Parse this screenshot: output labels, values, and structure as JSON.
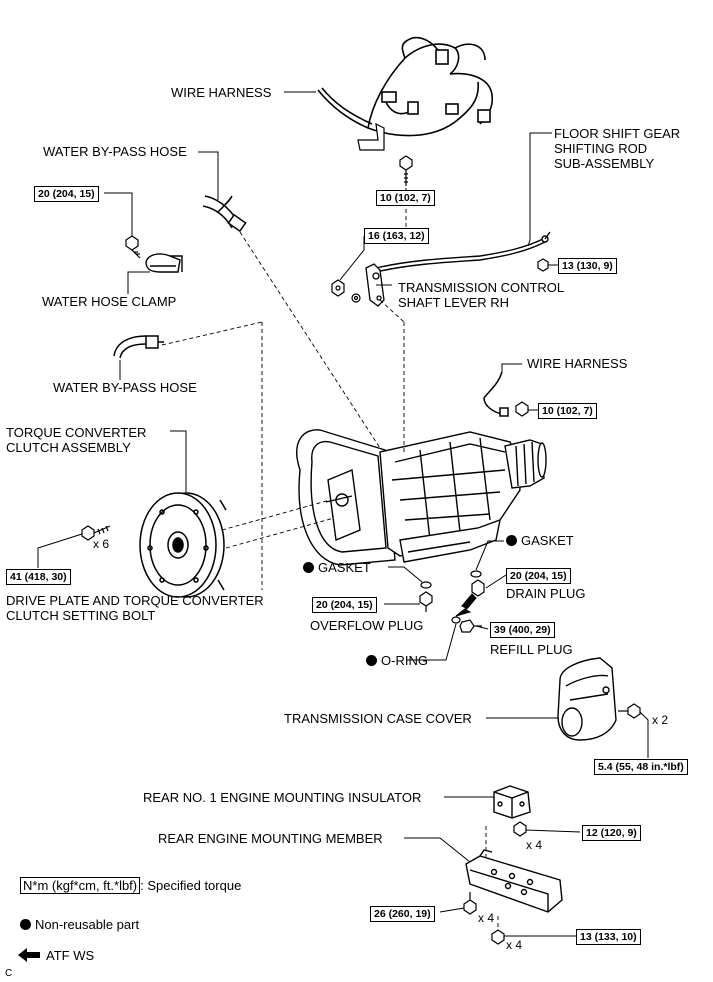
{
  "labels": {
    "wire_harness_top": "WIRE HARNESS",
    "floor_shift": "FLOOR SHIFT GEAR\nSHIFTING ROD\nSUB-ASSEMBLY",
    "water_bypass_hose_top": "WATER BY-PASS HOSE",
    "water_hose_clamp": "WATER HOSE CLAMP",
    "trans_control_lever": "TRANSMISSION CONTROL\nSHAFT LEVER RH",
    "water_bypass_hose_mid": "WATER BY-PASS HOSE",
    "wire_harness_right": "WIRE HARNESS",
    "torque_converter": "TORQUE CONVERTER\nCLUTCH ASSEMBLY",
    "drive_plate_bolt": "DRIVE PLATE AND TORQUE CONVERTER\nCLUTCH SETTING BOLT",
    "gasket_right": "GASKET",
    "gasket_left": "GASKET",
    "drain_plug": "DRAIN PLUG",
    "overflow_plug": "OVERFLOW PLUG",
    "o_ring": "O-RING",
    "refill_plug": "REFILL PLUG",
    "trans_case_cover": "TRANSMISSION CASE COVER",
    "rear_insulator": "REAR NO. 1 ENGINE MOUNTING INSULATOR",
    "rear_member": "REAR ENGINE MOUNTING MEMBER"
  },
  "torques": {
    "t_10_top": "10 (102, 7)",
    "t_20_clamp": "20 (204, 15)",
    "t_16": "16 (163, 12)",
    "t_13_130": "13 (130, 9)",
    "t_10_right": "10 (102, 7)",
    "t_41": "41 (418, 30)",
    "t_20_drain": "20 (204, 15)",
    "t_20_overflow": "20 (204, 15)",
    "t_39": "39 (400, 29)",
    "t_5_4": "5.4 (55, 48 in.*lbf)",
    "t_12": "12 (120, 9)",
    "t_26": "26 (260, 19)",
    "t_13_133": "13 (133, 10)"
  },
  "quantities": {
    "q_tc_bolt": "x 6",
    "q_cover": "x 2",
    "q_insulator": "x 4",
    "q_member_bolt": "x 4",
    "q_member_nut": "x 4"
  },
  "legend": {
    "torque_unit": "N*m (kgf*cm, ft.*lbf)",
    "torque_desc": ": Specified torque",
    "non_reusable": "Non-reusable part",
    "atf": "ATF WS"
  },
  "corner_code": "C"
}
